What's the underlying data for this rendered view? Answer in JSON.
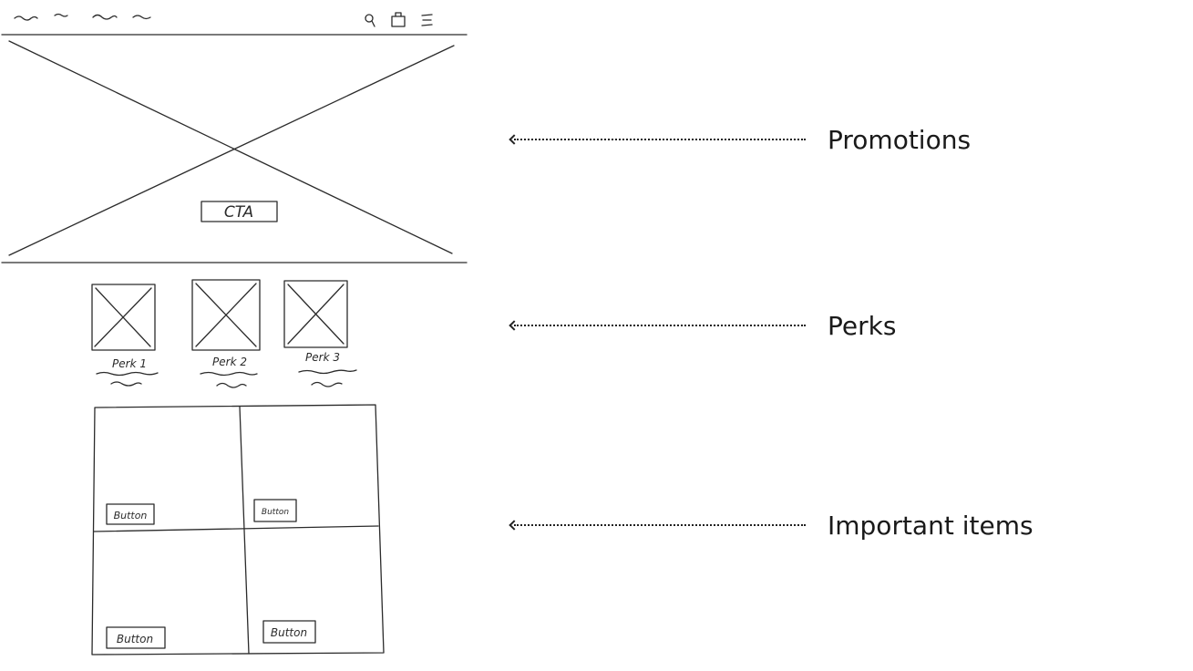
{
  "wireframe": {
    "hero": {
      "cta_label": "CTA"
    },
    "perks": [
      {
        "label": "Perk 1"
      },
      {
        "label": "Perk 2"
      },
      {
        "label": "Perk 3"
      }
    ],
    "items": [
      {
        "button_label": "Button"
      },
      {
        "button_label": "Button"
      },
      {
        "button_label": "Button"
      },
      {
        "button_label": "Button"
      }
    ],
    "header_icons": [
      "search-icon",
      "bag-icon",
      "menu-icon"
    ]
  },
  "annotations": [
    {
      "label": "Promotions"
    },
    {
      "label": "Perks"
    },
    {
      "label": "Important items"
    }
  ]
}
